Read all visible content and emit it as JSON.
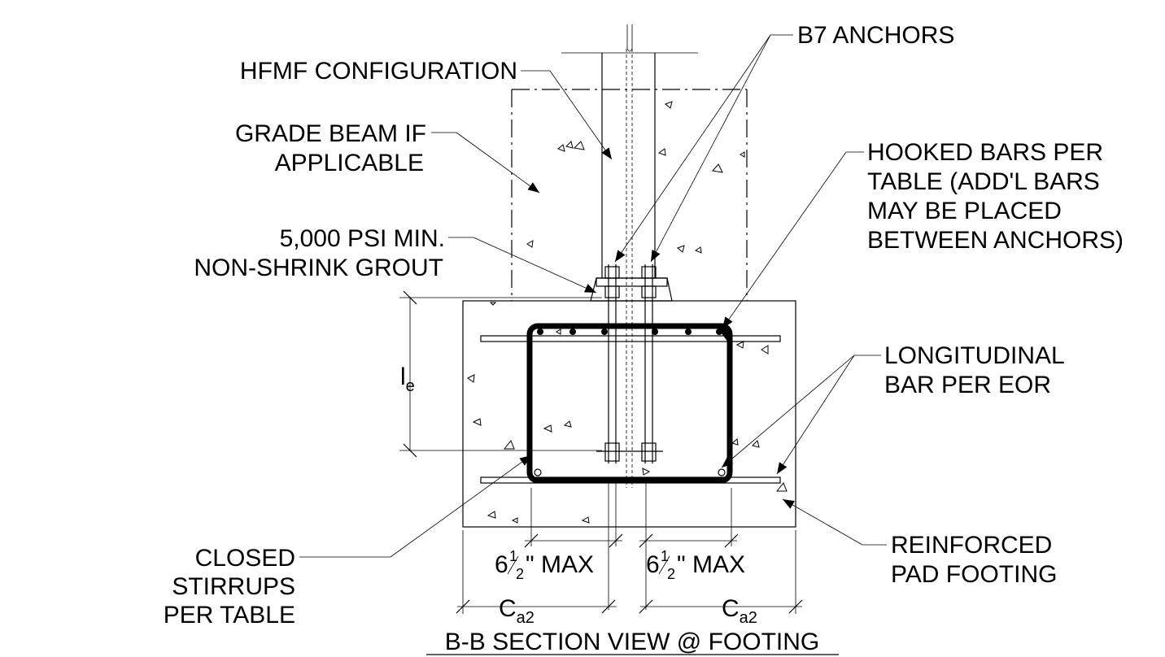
{
  "labels": {
    "b7_anchors": "B7 ANCHORS",
    "hfmf_config": "HFMF CONFIGURATION",
    "grade_beam_1": "GRADE BEAM IF",
    "grade_beam_2": "APPLICABLE",
    "hooked_bars_1": "HOOKED BARS PER",
    "hooked_bars_2": "TABLE (ADD'L BARS",
    "hooked_bars_3": "MAY BE PLACED",
    "hooked_bars_4": "BETWEEN ANCHORS)",
    "grout_1": "5,000 PSI MIN.",
    "grout_2": "NON-SHRINK GROUT",
    "longitudinal_1": "LONGITUDINAL",
    "longitudinal_2": "BAR PER EOR",
    "stirrups_1": "CLOSED",
    "stirrups_2": "STIRRUPS",
    "stirrups_3": "PER TABLE",
    "pad_footing_1": "REINFORCED",
    "pad_footing_2": "PAD FOOTING"
  },
  "dimensions": {
    "le_main": "l",
    "le_sub": "e",
    "spacing_left_whole": "6",
    "spacing_left_frac_num": "1",
    "spacing_left_frac_den": "2",
    "spacing_left_unit": "\" MAX",
    "spacing_right_whole": "6",
    "spacing_right_frac_num": "1",
    "spacing_right_frac_den": "2",
    "spacing_right_unit": "\" MAX",
    "ca2_left_main": "C",
    "ca2_left_sub": "a2",
    "ca2_right_main": "C",
    "ca2_right_sub": "a2"
  },
  "title": "B-B SECTION VIEW @ FOOTING"
}
